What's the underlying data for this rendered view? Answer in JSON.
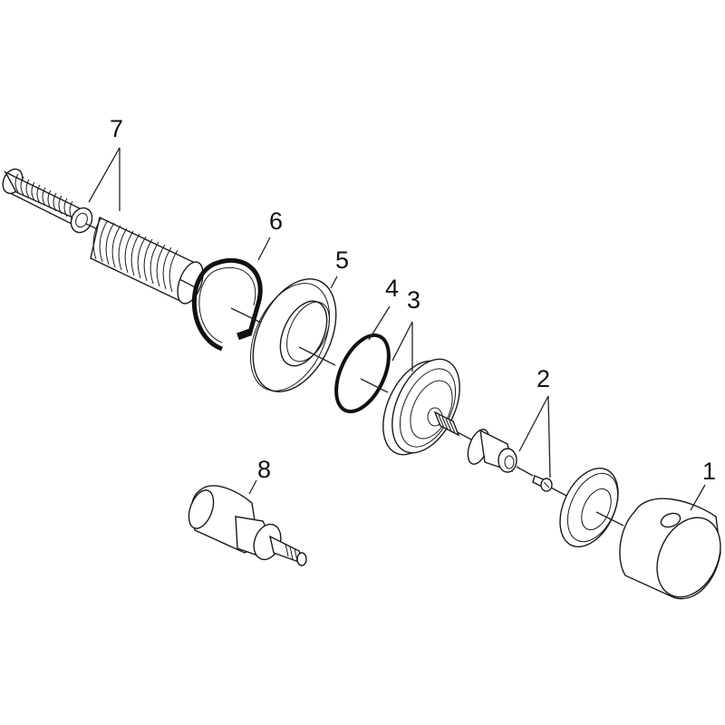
{
  "diagram": {
    "type": "exploded-parts-view",
    "background": "#ffffff",
    "line_color": "#1a1a1a",
    "parts": [
      {
        "id": "1",
        "label": "1",
        "description": "cylindrical handle knob with side hole"
      },
      {
        "id": "2",
        "label": "2",
        "description": "adapter with splined ring and small screw"
      },
      {
        "id": "3",
        "label": "3",
        "description": "cartridge disc with splined spindle"
      },
      {
        "id": "4",
        "label": "4",
        "description": "o-ring seal"
      },
      {
        "id": "5",
        "label": "5",
        "description": "flat washer / escutcheon ring"
      },
      {
        "id": "6",
        "label": "6",
        "description": "split retaining ring"
      },
      {
        "id": "7",
        "label": "7",
        "description": "threaded extension sleeves (two)"
      },
      {
        "id": "8",
        "label": "8",
        "description": "spindle extension with hex nut"
      }
    ]
  }
}
